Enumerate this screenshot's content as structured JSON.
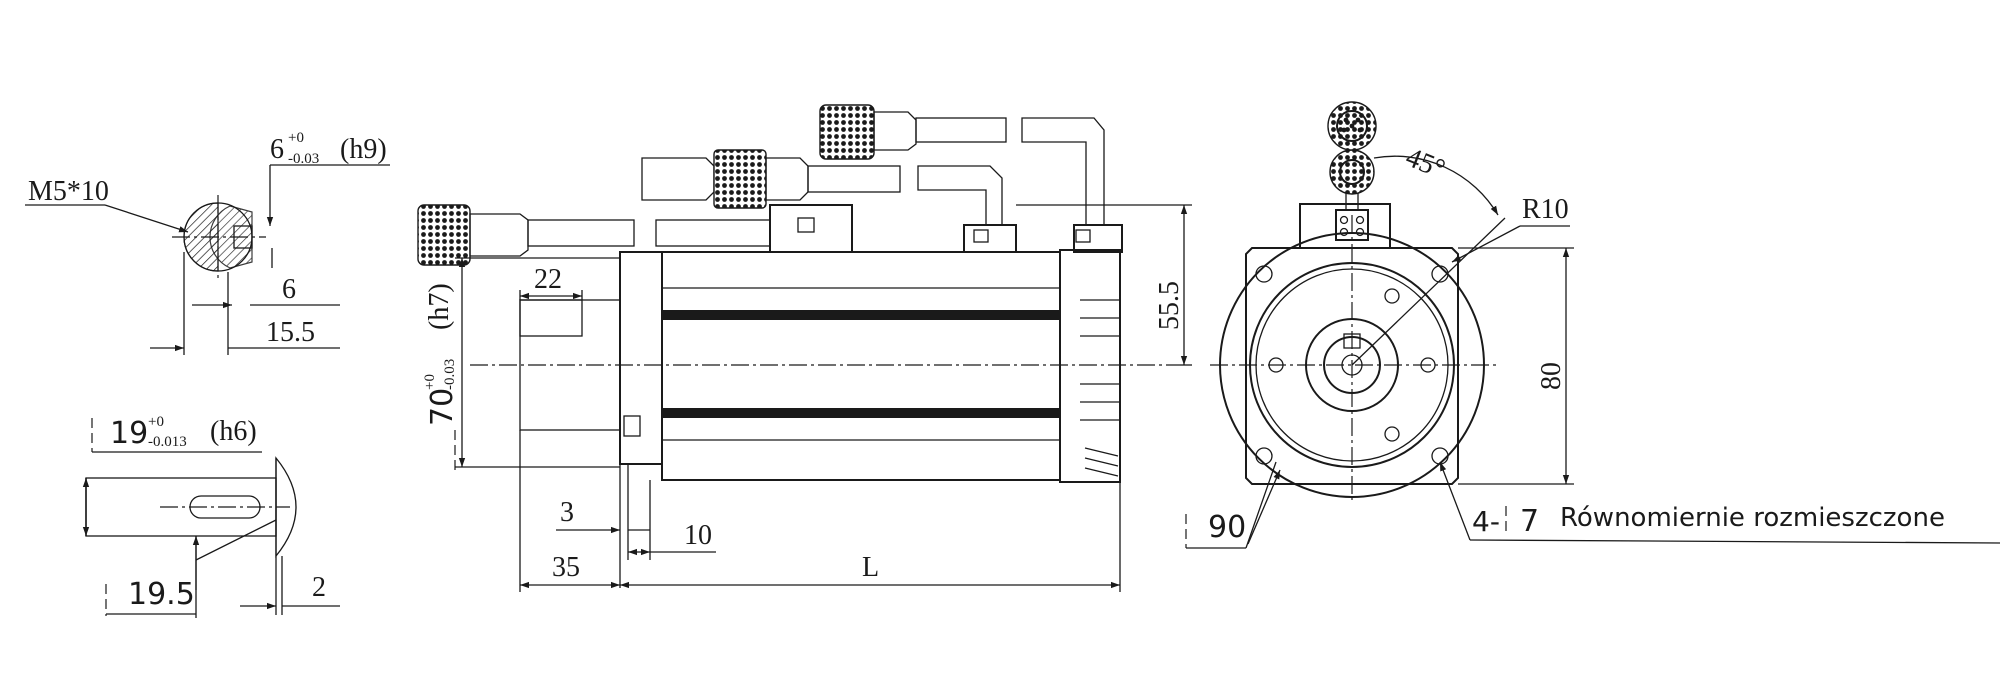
{
  "section_top": {
    "thread": "M5*10",
    "key_width": "6",
    "key_width_tol_upper": "+0",
    "key_width_tol_lower": "-0.03",
    "key_width_fit": "(h9)",
    "key_depth": "6",
    "key_height": "15.5"
  },
  "shaft": {
    "diameter": "19",
    "diameter_tol_upper": "+0",
    "diameter_tol_lower": "-0.013",
    "diameter_fit": "(h6)",
    "key_length": "19.5",
    "end_offset": "2"
  },
  "side_view": {
    "spigot_diameter": "70",
    "spigot_tol_upper": "+0",
    "spigot_tol_lower": "-0.03",
    "spigot_fit": "(h7)",
    "key_offset": "22",
    "flange_thickness": "3",
    "flange_to_body": "10",
    "shaft_length": "35",
    "body_length": "L",
    "connector_height": "55.5"
  },
  "front_view": {
    "angle": "45°",
    "radius": "R10",
    "square": "80",
    "pcd": "90",
    "holes_prefix": "4-",
    "holes_diameter": "7",
    "holes_note": "Równomiernie rozmieszczone"
  }
}
